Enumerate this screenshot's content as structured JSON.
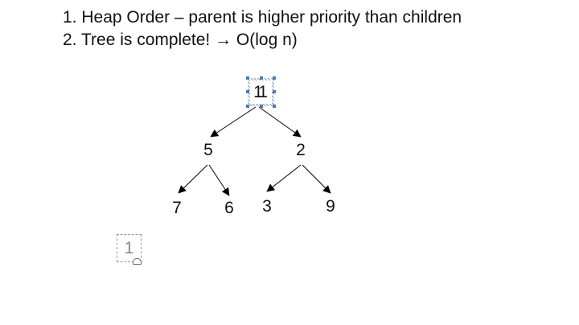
{
  "slide": {
    "lines": [
      "1. Heap Order – parent is higher priority than children",
      "2. Tree is complete!  → O(log n)"
    ],
    "tree": {
      "root": "11",
      "level1": [
        "5",
        "2"
      ],
      "level2": [
        "7",
        "6",
        "3",
        "9"
      ]
    },
    "floating_box": "1"
  },
  "colors": {
    "selection_handle": "#4f77b8",
    "text": "#111111"
  }
}
